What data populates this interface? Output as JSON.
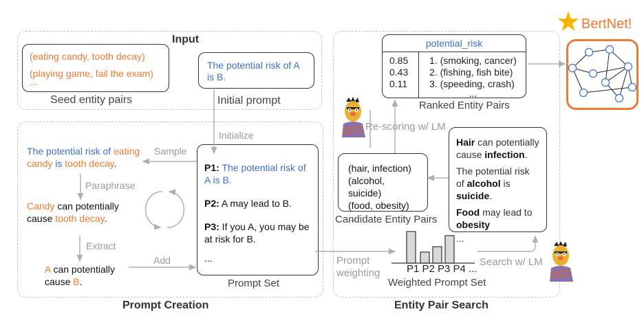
{
  "input_section": {
    "title": "Input",
    "seed_pairs": [
      "(eating candy, tooth decay)",
      "(playing game, fail the exam)",
      "..."
    ],
    "seed_label": "Seed entity pairs",
    "initial_prompt": "The potential risk of A is B.",
    "initial_label": "Initial prompt"
  },
  "prompt_creation": {
    "title": "Prompt Creation",
    "initialize_label": "Initialize",
    "sample_label": "Sample",
    "paraphrase_label": "Paraphrase",
    "extract_label": "Extract",
    "add_label": "Add",
    "sampled_sentence": {
      "p1": "The potential risk of ",
      "p2": "eating candy",
      "p3": " is ",
      "p4": "tooth decay",
      "p5": "."
    },
    "paraphrased_sentence": {
      "p1": "Candy",
      "p2": " can potentially cause ",
      "p3": "tooth decay",
      "p4": "."
    },
    "extracted_prompt": {
      "p1": "A",
      "p2": " can potentially cause ",
      "p3": "B",
      "p4": "."
    },
    "prompt_set": {
      "label": "Prompt Set",
      "items": [
        {
          "id": "P1:",
          "text": " The potential risk of A is B."
        },
        {
          "id": "P2:",
          "text": " A may lead to B."
        },
        {
          "id": "P3:",
          "text": " If you A, you may be at risk for B."
        }
      ],
      "more": "..."
    }
  },
  "entity_pair_search": {
    "title": "Entity Pair Search",
    "ranked": {
      "header": "potential_risk",
      "scores": [
        "0.85",
        "0.43",
        "0.11"
      ],
      "pairs": [
        "1. (smoking, cancer)",
        "2. (fishing, fish bite)",
        "3. (speeding, crash)"
      ],
      "more": "...",
      "label": "Ranked Entity Pairs"
    },
    "rescoring_label": "Re-scoring w/ LM",
    "candidates": {
      "items": [
        "(hair, infection)",
        "(alcohol, suicide)",
        "(food, obesity)"
      ],
      "more": "...",
      "label": "Candidate Entity Pairs"
    },
    "generated": {
      "s1": {
        "a": "Hair",
        "b": " can potentially cause ",
        "c": "infection",
        "d": "."
      },
      "s2": {
        "a": "The potential risk of ",
        "b": "alcohol",
        "c": " is ",
        "d": "suicide",
        "e": "."
      },
      "s3": {
        "a": "Food",
        "b": " may lead to ",
        "c": "obesity"
      },
      "more": "..."
    },
    "weighting_label_1": "Prompt",
    "weighting_label_2": "weighting",
    "search_label": "Search w/ LM",
    "weighted_label": "Weighted Prompt Set",
    "bar_labels": "P1 P2 P3 P4 ...",
    "bar_weights": [
      1.0,
      0.35,
      0.52,
      0.87
    ]
  },
  "output": {
    "title": "BertNet!",
    "star_color": "#f7b500",
    "accent": "#ee7a2f"
  },
  "colors": {
    "blue": "#3d6fcf",
    "orange": "#ee7a2f",
    "arrow": "#b0b0b0"
  }
}
